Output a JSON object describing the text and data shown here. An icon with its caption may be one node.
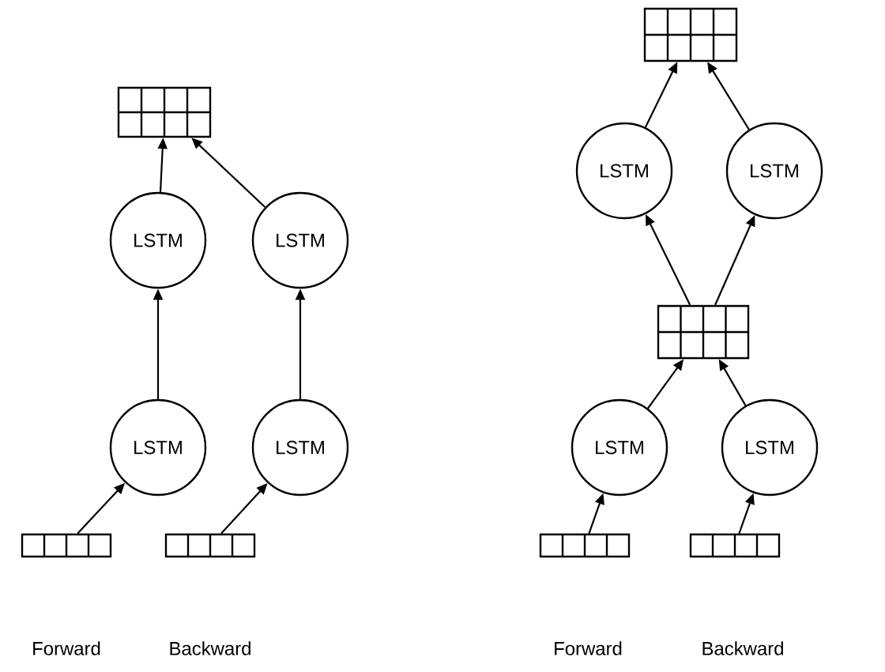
{
  "diagram": {
    "nodes": [
      {
        "text": [],
        "shape": "grid"
      },
      {
        "text": [
          "LSTM"
        ]
      },
      {
        "text": [
          "LSTM"
        ]
      },
      {
        "text": [
          "LSTM"
        ]
      },
      {
        "text": [
          "LSTM"
        ]
      },
      {
        "text": [],
        "shape": "grid"
      },
      {
        "text": [],
        "shape": "grid"
      },
      {
        "text": [],
        "shape": "grid"
      },
      {
        "text": [
          "LSTM"
        ]
      },
      {
        "text": [
          "LSTM"
        ]
      },
      {
        "text": [],
        "shape": "grid"
      },
      {
        "text": [
          "LSTM"
        ]
      },
      {
        "text": [
          "LSTM"
        ]
      },
      {
        "text": [],
        "shape": "grid"
      },
      {
        "text": [],
        "shape": "grid"
      }
    ],
    "edges": [
      {
        "from": 5,
        "to": 3,
        "arrow": "to"
      },
      {
        "from": 3,
        "to": 1,
        "arrow": "to"
      },
      {
        "from": 1,
        "to": 0,
        "arrow": "to"
      },
      {
        "from": 6,
        "to": 4,
        "arrow": "to"
      },
      {
        "from": 4,
        "to": 2,
        "arrow": "to"
      },
      {
        "from": 2,
        "to": 0,
        "arrow": "to"
      },
      {
        "from": 13,
        "to": 11,
        "arrow": "to"
      },
      {
        "from": 14,
        "to": 12,
        "arrow": "to"
      },
      {
        "from": 11,
        "to": 10,
        "arrow": "to"
      },
      {
        "from": 12,
        "to": 10,
        "arrow": "to"
      },
      {
        "from": 10,
        "to": 8,
        "arrow": "to"
      },
      {
        "from": 10,
        "to": 9,
        "arrow": "to"
      },
      {
        "from": 8,
        "to": 7,
        "arrow": "to"
      },
      {
        "from": 9,
        "to": 7,
        "arrow": "to"
      }
    ],
    "labels": [
      "Forward",
      "Backward",
      "Forward",
      "Backward"
    ]
  }
}
